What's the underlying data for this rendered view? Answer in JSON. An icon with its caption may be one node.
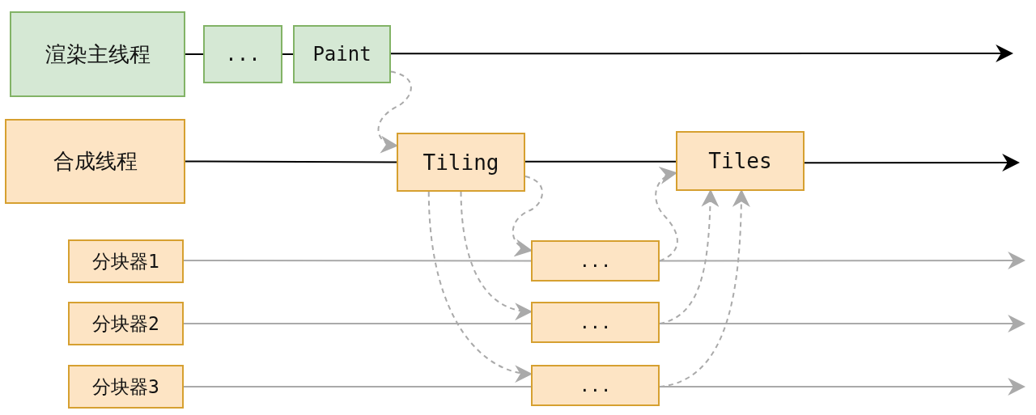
{
  "diagram": {
    "nodes": [
      {
        "text": [
          "渲染主线程"
        ]
      },
      {
        "text": [
          "..."
        ]
      },
      {
        "text": [
          "Paint"
        ]
      },
      {
        "text": [
          "合成线程"
        ]
      },
      {
        "text": [
          "Tiling"
        ]
      },
      {
        "text": [
          "Tiles"
        ]
      },
      {
        "text": [
          "分块器1"
        ]
      },
      {
        "text": [
          "分块器2"
        ]
      },
      {
        "text": [
          "分块器3"
        ]
      },
      {
        "text": [
          "..."
        ]
      },
      {
        "text": [
          "..."
        ]
      },
      {
        "text": [
          "..."
        ]
      }
    ],
    "edges": [
      {
        "from": 0,
        "to": 1,
        "arrow": "none",
        "color": "#000000"
      },
      {
        "from": 1,
        "to": 2,
        "arrow": "none",
        "color": "#000000"
      },
      {
        "from": 2,
        "to": null,
        "arrow": "to",
        "color": "#000000"
      },
      {
        "from": 3,
        "to": 4,
        "arrow": "none",
        "color": "#000000"
      },
      {
        "from": 4,
        "to": 5,
        "arrow": "none",
        "color": "#000000"
      },
      {
        "from": 5,
        "to": null,
        "arrow": "to",
        "color": "#000000"
      },
      {
        "from": 6,
        "to": 9,
        "arrow": "none",
        "color": "#aaaaaa"
      },
      {
        "from": 9,
        "to": null,
        "arrow": "to",
        "color": "#aaaaaa"
      },
      {
        "from": 7,
        "to": 10,
        "arrow": "none",
        "color": "#aaaaaa"
      },
      {
        "from": 10,
        "to": null,
        "arrow": "to",
        "color": "#aaaaaa"
      },
      {
        "from": 8,
        "to": 11,
        "arrow": "none",
        "color": "#aaaaaa"
      },
      {
        "from": 11,
        "to": null,
        "arrow": "to",
        "color": "#aaaaaa"
      },
      {
        "from": 2,
        "to": 4,
        "arrow": "to",
        "style": "dashed",
        "color": "#aaaaaa"
      },
      {
        "from": 4,
        "to": 9,
        "arrow": "to",
        "style": "dashed",
        "color": "#aaaaaa"
      },
      {
        "from": 4,
        "to": 10,
        "arrow": "to",
        "style": "dashed",
        "color": "#aaaaaa"
      },
      {
        "from": 4,
        "to": 11,
        "arrow": "to",
        "style": "dashed",
        "color": "#aaaaaa"
      },
      {
        "from": 9,
        "to": 5,
        "arrow": "to",
        "style": "dashed",
        "color": "#aaaaaa"
      },
      {
        "from": 10,
        "to": 5,
        "arrow": "to",
        "style": "dashed",
        "color": "#aaaaaa"
      },
      {
        "from": 11,
        "to": 5,
        "arrow": "to",
        "style": "dashed",
        "color": "#aaaaaa"
      }
    ]
  }
}
